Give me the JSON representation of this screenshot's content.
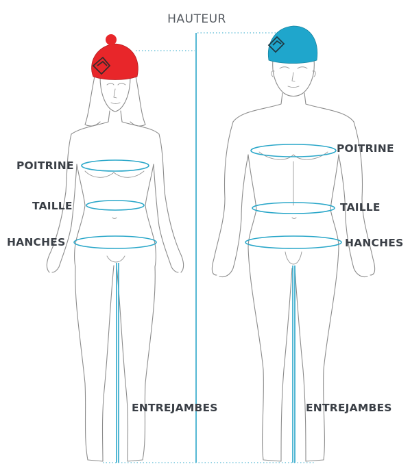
{
  "title": "HAUTEUR",
  "woman": {
    "labels": {
      "chest": "POITRINE",
      "waist": "TAILLE",
      "hips": "HANCHES",
      "inseam": "ENTREJAMBES"
    },
    "hat_color": "#e8262a"
  },
  "man": {
    "labels": {
      "chest": "POITRINE",
      "waist": "TAILLE",
      "hips": "HANCHES",
      "inseam": "ENTREJAMBES"
    },
    "hat_color": "#1fa6cc"
  },
  "colors": {
    "measure_line": "#2aa7c9",
    "outline": "#8c8c8c",
    "label": "#3a3f46"
  }
}
